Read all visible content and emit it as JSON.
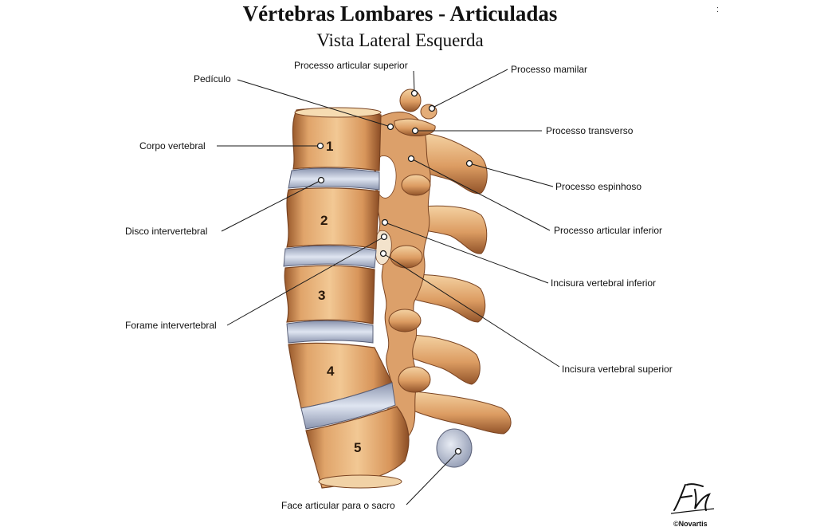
{
  "title": "Vértebras Lombares - Articuladas",
  "subtitle": "Vista Lateral Esquerda",
  "corner_mark": ":",
  "vertebra_numbers": [
    "1",
    "2",
    "3",
    "4",
    "5"
  ],
  "labels": {
    "processo_articular_superior": "Processo articular superior",
    "processo_mamilar": "Processo mamilar",
    "pediculo": "Pedículo",
    "processo_transverso": "Processo transverso",
    "corpo_vertebral": "Corpo vertebral",
    "processo_espinhoso": "Processo espinhoso",
    "disco_intervertebral": "Disco intervertebral",
    "processo_articular_inferior": "Processo articular inferior",
    "incisura_vertebral_inferior": "Incisura vertebral inferior",
    "forame_intervertebral": "Forame intervertebral",
    "incisura_vertebral_superior": "Incisura vertebral superior",
    "face_articular_sacro": "Face articular para o sacro"
  },
  "signature_text": "F. Netter",
  "copyright": "©Novartis",
  "colors": {
    "bone": "#e6b07a",
    "bone_light": "#f6dcb2",
    "bone_shadow": "#b0703c",
    "bone_dark": "#7a4422",
    "disc": "#aab4cc",
    "disc_light": "#d4dbea",
    "leader_line": "#1a1a1a"
  }
}
